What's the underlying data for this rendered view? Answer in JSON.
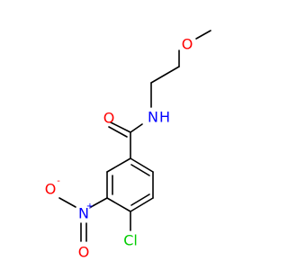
{
  "molecule": {
    "atoms": {
      "oxygen_methoxy": {
        "symbol": "O",
        "color": "#ff0000"
      },
      "nitrogen_amide": {
        "symbol": "N",
        "hydrogen": "H",
        "color": "#0000ff"
      },
      "oxygen_carbonyl": {
        "symbol": "O",
        "color": "#ff0000"
      },
      "nitrogen_nitro": {
        "symbol": "N",
        "charge": "+",
        "color": "#0000ff"
      },
      "oxygen_nitro_minus": {
        "symbol": "O",
        "charge": "-",
        "color": "#ff0000"
      },
      "oxygen_nitro_double": {
        "symbol": "O",
        "color": "#ff0000"
      },
      "chlorine": {
        "symbol": "Cl",
        "color": "#00cc00"
      }
    }
  }
}
